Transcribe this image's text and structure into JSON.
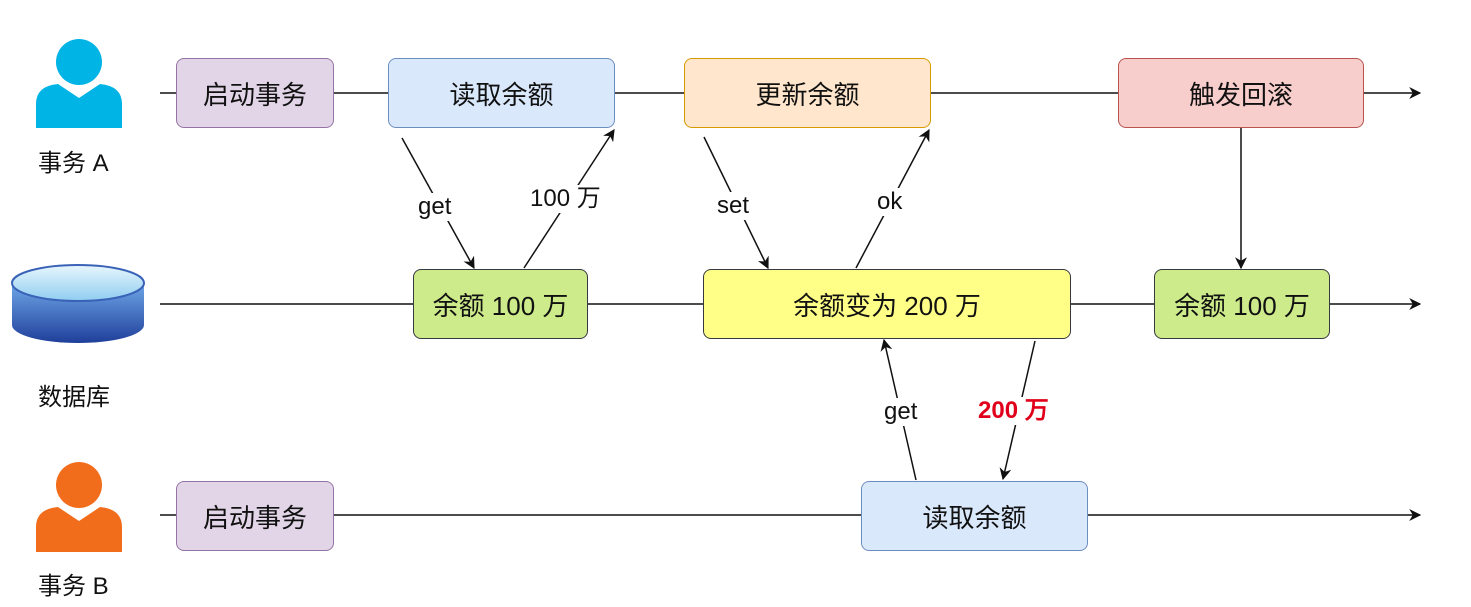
{
  "actors": {
    "tx_a": "事务 A",
    "database": "数据库",
    "tx_b": "事务 B"
  },
  "lane_a": {
    "start": "启动事务",
    "read": "读取余额",
    "update": "更新余额",
    "rollback": "触发回滚"
  },
  "lane_db": {
    "balance_initial": "余额 100 万",
    "balance_changed": "余额变为 200 万",
    "balance_restored": "余额 100 万"
  },
  "lane_b": {
    "start": "启动事务",
    "read": "读取余额"
  },
  "edges": {
    "get_a": "get",
    "ret_a": "100 万",
    "set_a": "set",
    "ok_a": "ok",
    "get_b": "get",
    "ret_b": "200 万"
  },
  "colors": {
    "person_a": "#00b4e6",
    "person_b": "#f26d1b",
    "database_top": "#bfe4f7",
    "database_body": "#3a63b8",
    "dirty_read_highlight": "#e0001b"
  }
}
